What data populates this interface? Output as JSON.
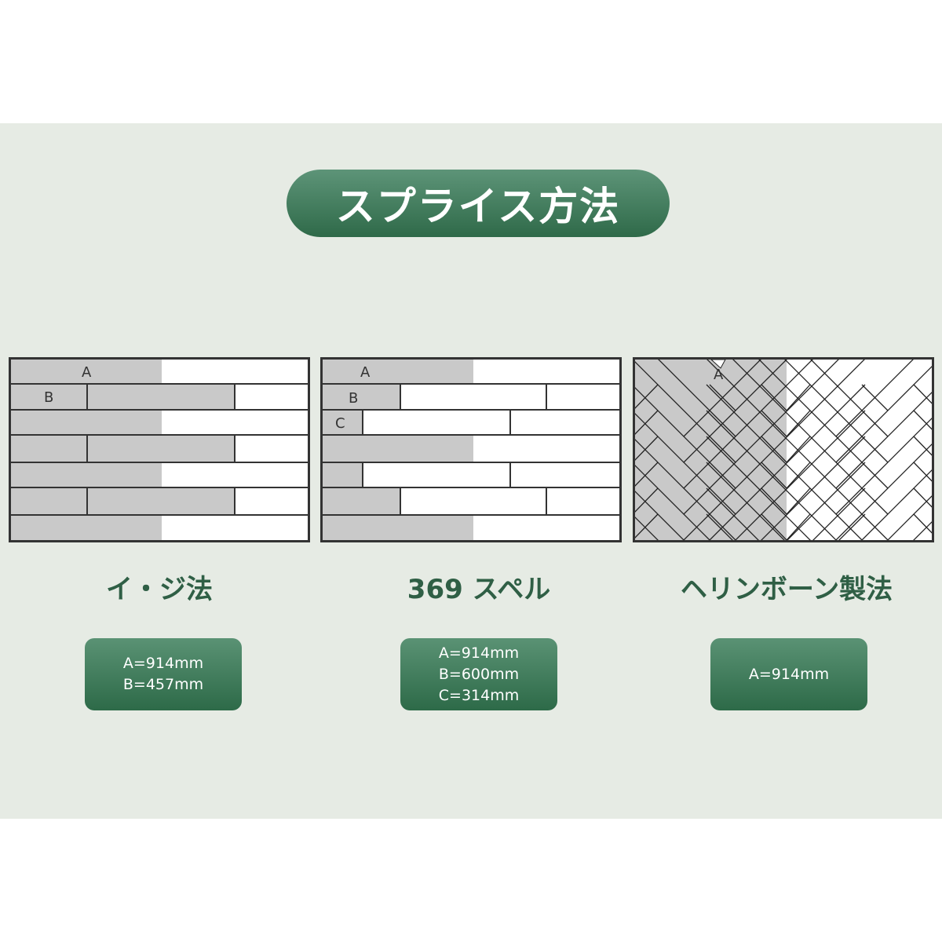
{
  "title": "スプライス方法",
  "colors": {
    "band": "#e6ebe4",
    "accent": "#2f6a49",
    "tile_gray": "#c9c9c9",
    "tile_white": "#ffffff",
    "frame": "#333333"
  },
  "methods": [
    {
      "name": "イ・ジ法",
      "labels": [
        "A",
        "B"
      ],
      "specs": [
        "A=914mm",
        "B=457mm"
      ]
    },
    {
      "name": "369 スペル",
      "labels": [
        "A",
        "B",
        "C"
      ],
      "specs": [
        "A=914mm",
        "B=600mm",
        "C=314mm"
      ]
    },
    {
      "name": "ヘリンボーン製法",
      "labels": [
        "A"
      ],
      "specs": [
        "A=914mm"
      ]
    }
  ]
}
